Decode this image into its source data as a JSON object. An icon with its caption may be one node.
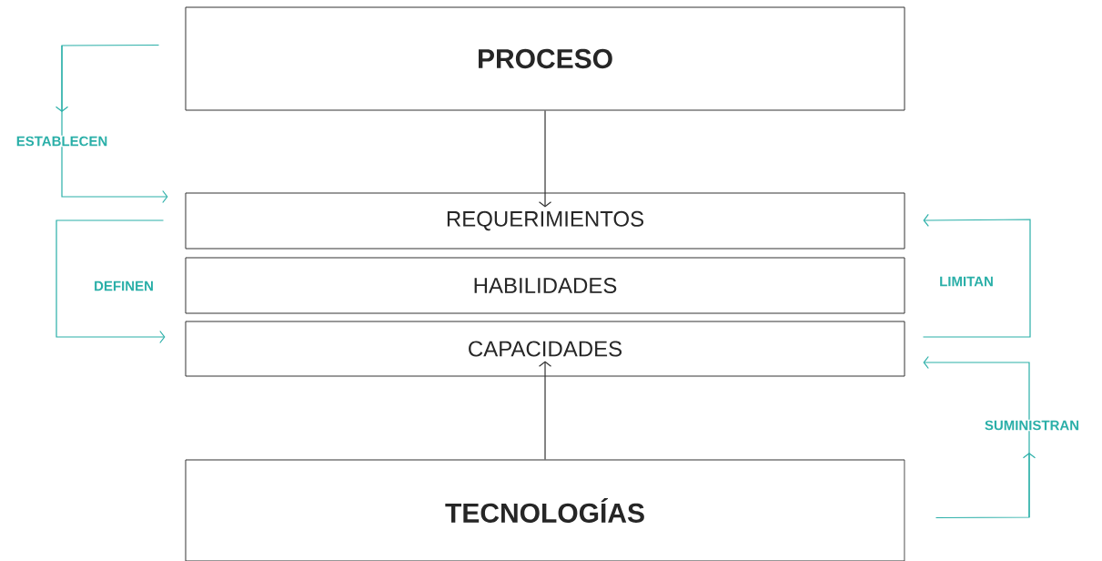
{
  "diagram": {
    "nodes": [
      {
        "text": [
          "PROCESO"
        ]
      },
      {
        "text": [
          "REQUERIMIENTOS"
        ]
      },
      {
        "text": [
          "HABILIDADES"
        ]
      },
      {
        "text": [
          "CAPACIDADES"
        ]
      },
      {
        "text": [
          "TECNOLOGÍAS"
        ]
      }
    ],
    "edges": [
      {
        "from": 0,
        "to": 1,
        "arrow": "to",
        "color": "#333333"
      },
      {
        "from": 0,
        "to": 1,
        "arrow": "to",
        "label": "ESTABLECEN"
      },
      {
        "from": 1,
        "to": 3,
        "arrow": "to",
        "label": "DEFINEN"
      },
      {
        "from": 3,
        "to": 1,
        "arrow": "to",
        "label": "LIMITAN"
      },
      {
        "from": 4,
        "to": 3,
        "arrow": "to",
        "label": "SUMINISTRAN"
      },
      {
        "from": 4,
        "to": 3,
        "arrow": "to",
        "color": "#333333"
      }
    ]
  }
}
